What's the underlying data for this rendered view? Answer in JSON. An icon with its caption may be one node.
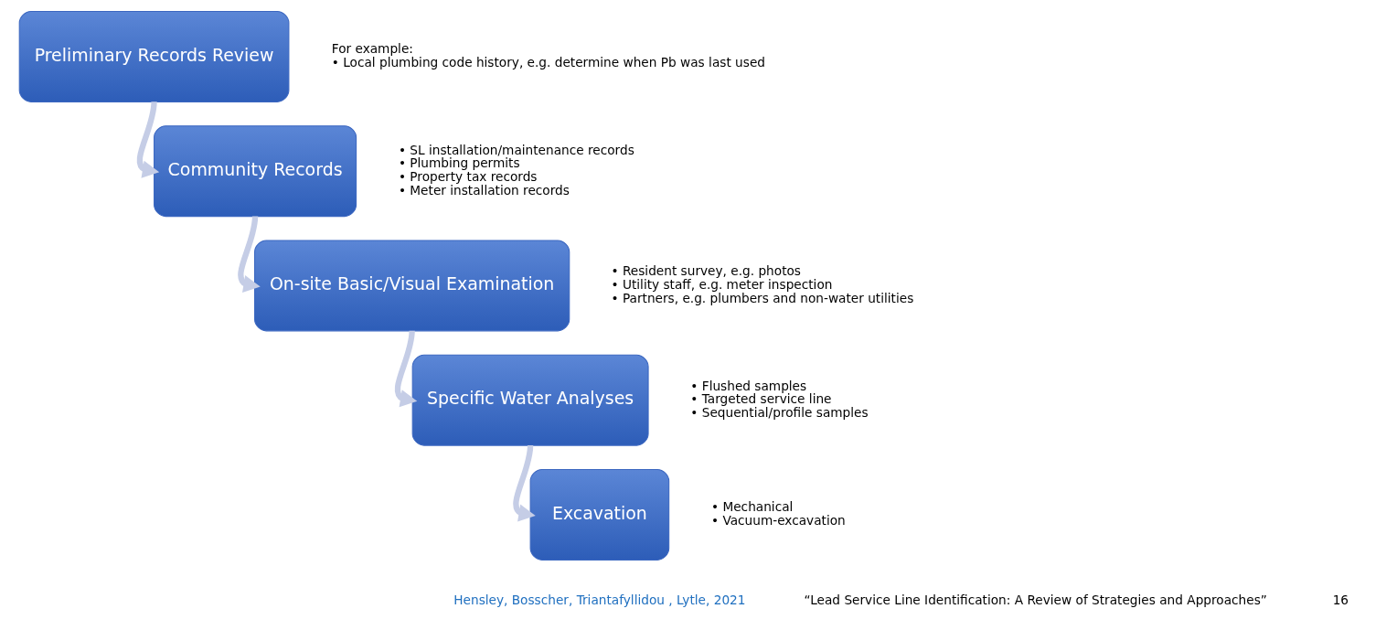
{
  "diagram": {
    "nodes": [
      {
        "text": [
          "Preliminary Records Review"
        ],
        "beside": [
          "For example:",
          "• Local plumbing code history, e.g. determine when Pb was last used"
        ]
      },
      {
        "text": [
          "Community Records"
        ],
        "beside": [
          "• SL installation/maintenance records",
          "• Plumbing permits",
          "• Property tax records",
          "• Meter installation records"
        ]
      },
      {
        "text": [
          "On-site Basic/Visual Examination"
        ],
        "beside": [
          "• Resident survey, e.g. photos",
          "• Utility staff, e.g. meter inspection",
          "• Partners, e.g. plumbers and non-water utilities"
        ]
      },
      {
        "text": [
          "Specific Water Analyses"
        ],
        "beside": [
          "• Flushed samples",
          "• Targeted service line",
          "• Sequential/profile samples"
        ]
      },
      {
        "text": [
          "Excavation"
        ],
        "beside": [
          "• Mechanical",
          "• Vacuum-excavation"
        ]
      }
    ],
    "edges": [
      {
        "from": 0,
        "to": 1,
        "arrow": "to"
      },
      {
        "from": 1,
        "to": 2,
        "arrow": "to"
      },
      {
        "from": 2,
        "to": 3,
        "arrow": "to"
      },
      {
        "from": 3,
        "to": 4,
        "arrow": "to"
      }
    ],
    "labels": [
      "Hensley, Bosscher, Triantafyllidou , Lytle, 2021",
      "“Lead Service Line Identification: A Review of Strategies and Approaches”",
      "16"
    ]
  }
}
